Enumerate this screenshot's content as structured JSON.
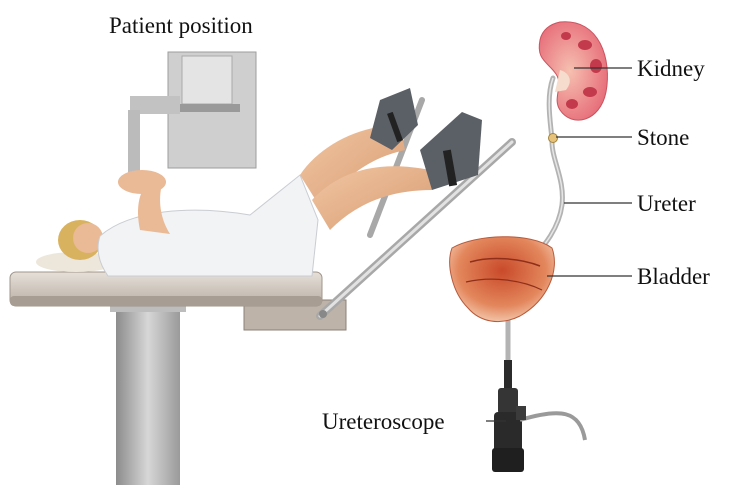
{
  "title": "Patient position",
  "labels": {
    "kidney": "Kidney",
    "stone": "Stone",
    "ureter": "Ureter",
    "bladder": "Bladder",
    "ureteroscope": "Ureteroscope"
  },
  "colors": {
    "kidney": "#e8727a",
    "ureter": "#b8b8b8",
    "bladder": "#d9734c",
    "table": "#d8d0c8",
    "gown": "#f3f4f6",
    "skin": "#e9b48e",
    "metal": "#c6c6c6"
  }
}
